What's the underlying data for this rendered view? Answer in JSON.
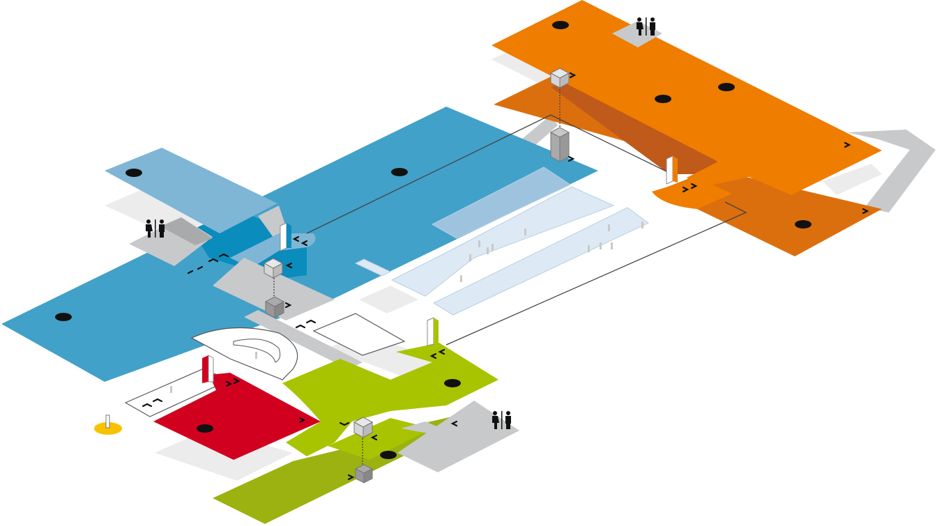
{
  "map": {
    "colors": {
      "orange": "#ef7d00",
      "orange_dark": "#dc6f0d",
      "blue": "#41a1c9",
      "blue_light": "#7fb6d5",
      "blue_dark": "#0a8cbd",
      "pale_blue": "#dde9f4",
      "red": "#d2001f",
      "green": "#a8c400",
      "green_dark": "#9bb210",
      "grey": "#c8c9cb",
      "grey_shadow": "#ececec",
      "yellow": "#f8c200"
    },
    "icons": [
      "restroom-icon",
      "elevator-icon",
      "escalator-arrow-icon",
      "stair-icon",
      "info-point-icon",
      "person-icon"
    ],
    "floors": [
      "orange-floor-upper",
      "orange-floor-lower",
      "blue-floor",
      "blue-floor-upper",
      "red-floor",
      "green-floor",
      "green-floor-lower"
    ]
  }
}
